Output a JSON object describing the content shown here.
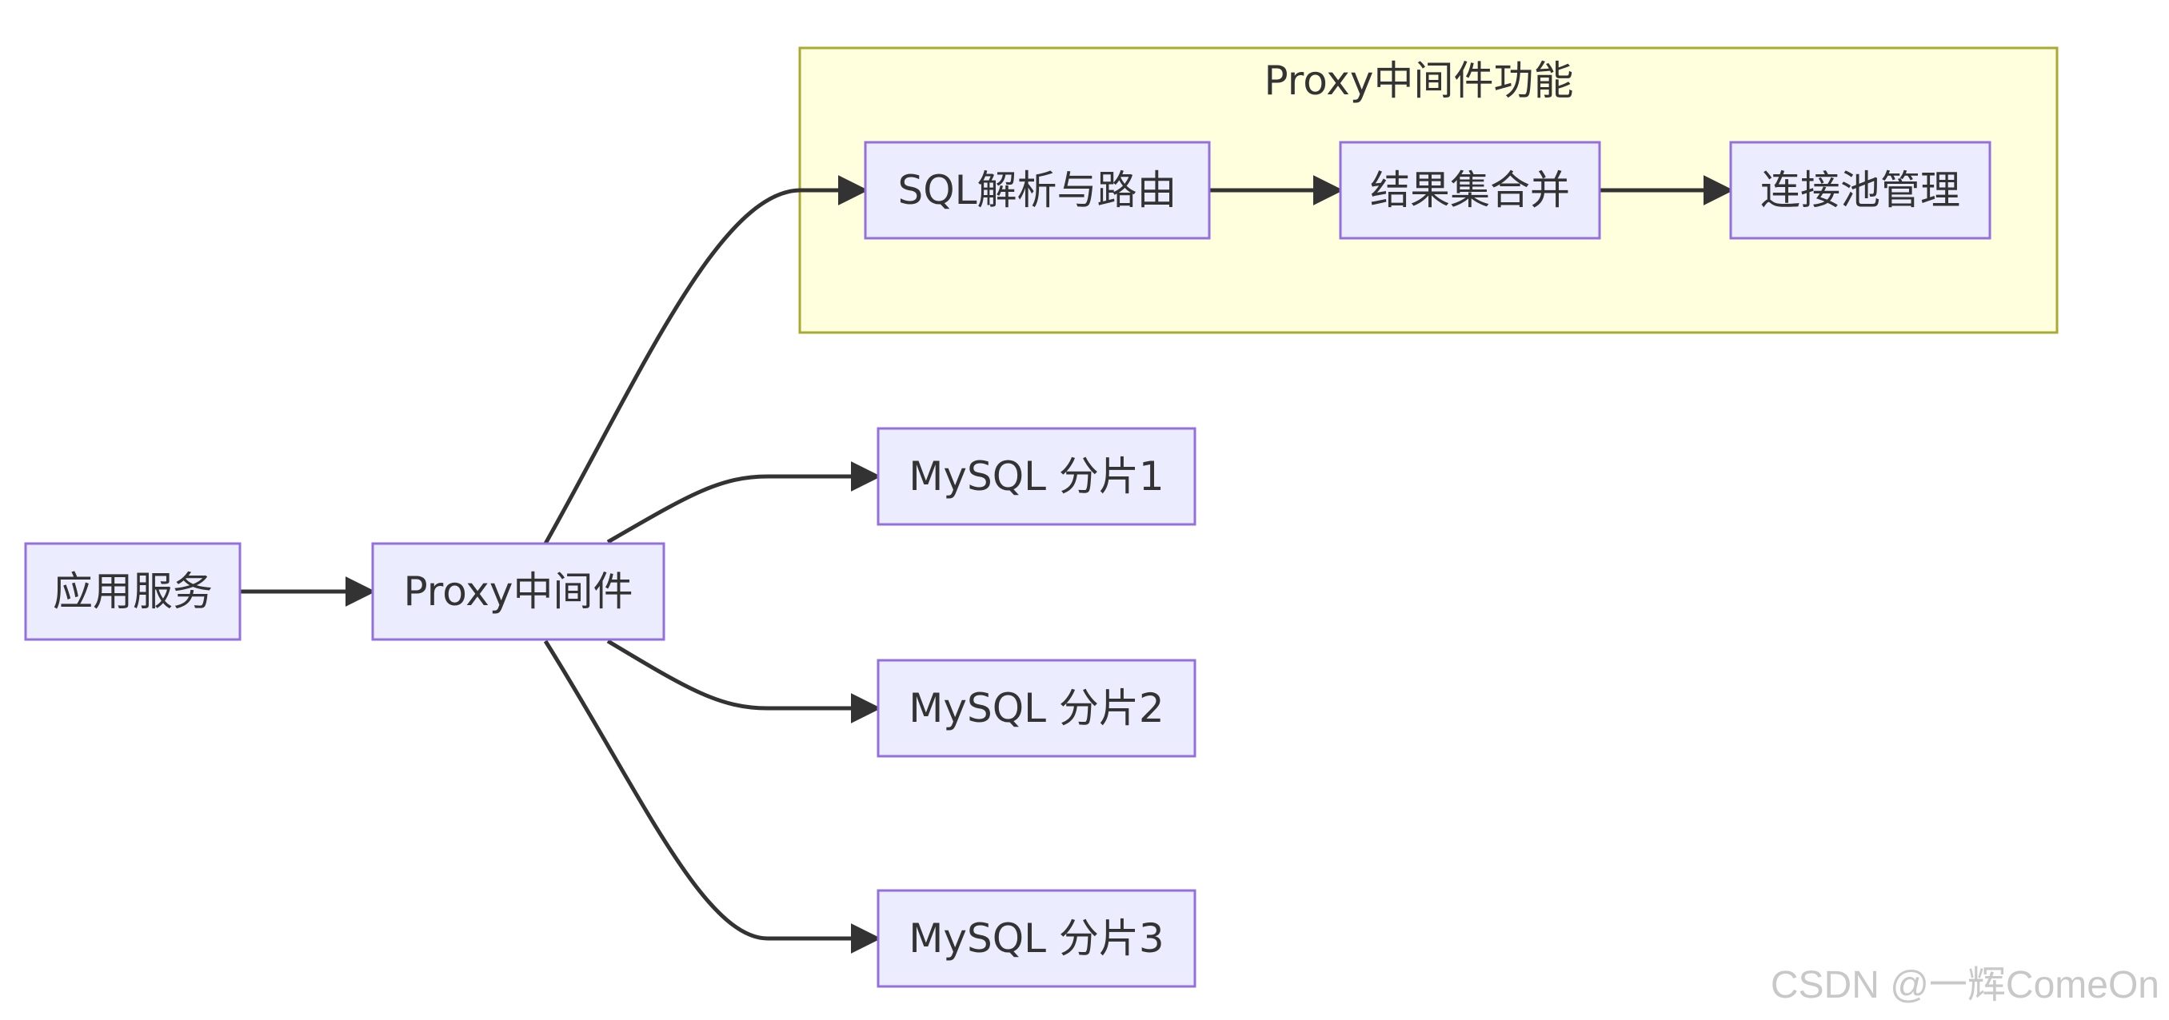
{
  "cluster": {
    "title": "Proxy中间件功能"
  },
  "nodes": {
    "app_service": "应用服务",
    "proxy": "Proxy中间件",
    "sql_parse": "SQL解析与路由",
    "result_merge": "结果集合并",
    "conn_pool": "连接池管理",
    "shard1": "MySQL 分片1",
    "shard2": "MySQL 分片2",
    "shard3": "MySQL 分片3"
  },
  "watermark": "CSDN @一辉ComeOn"
}
